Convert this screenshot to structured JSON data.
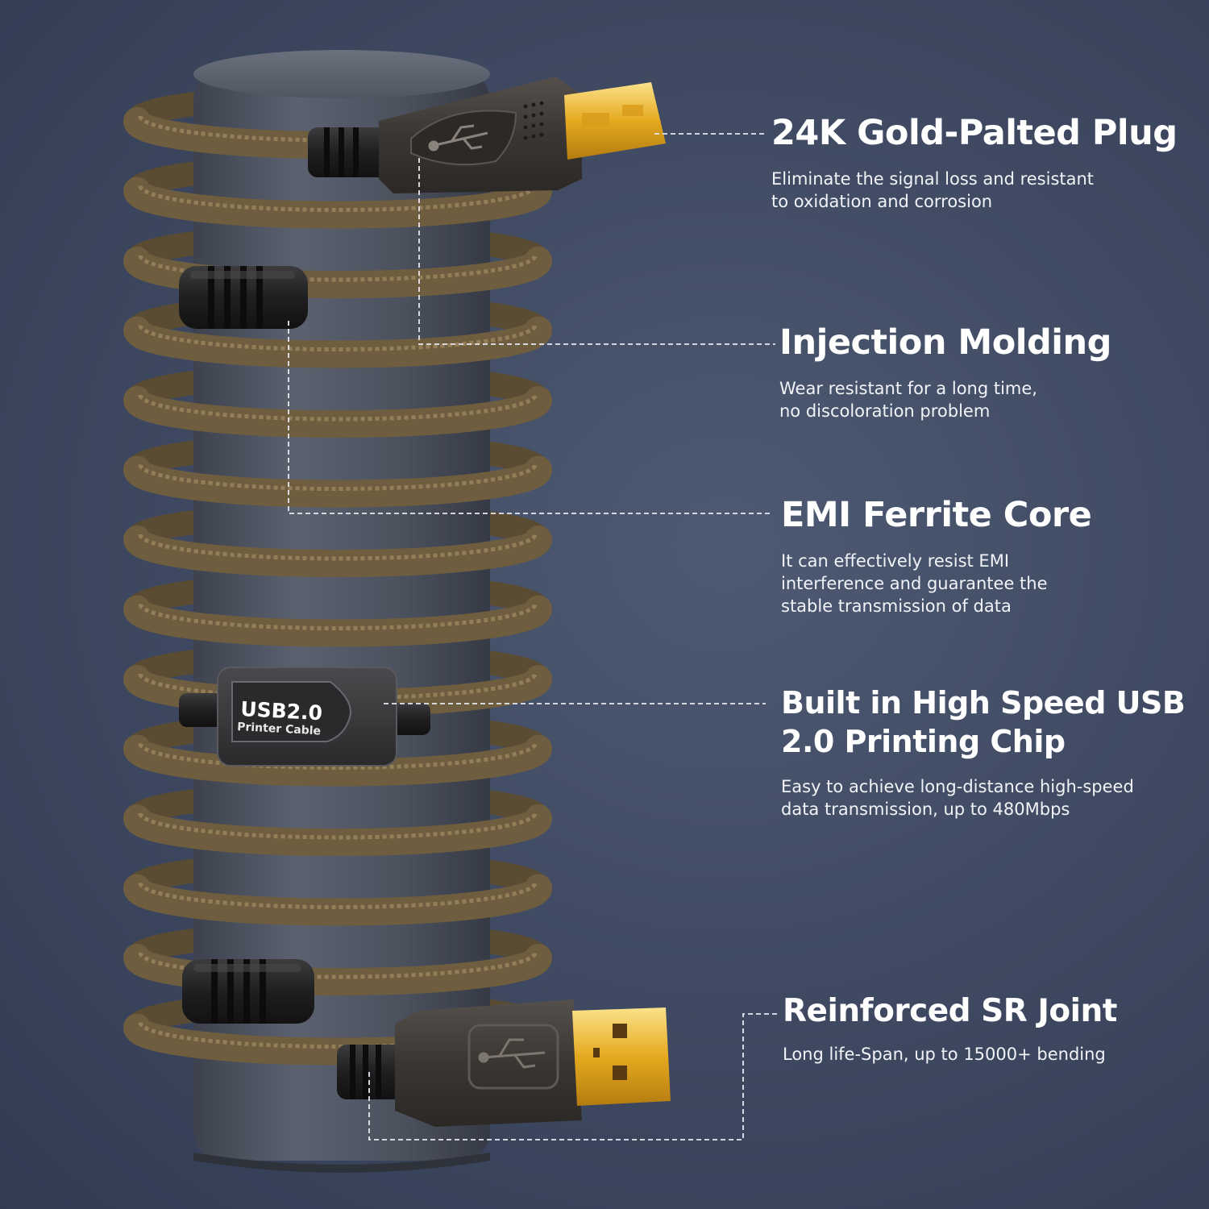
{
  "features": [
    {
      "id": "gold-plug",
      "title": "24K Gold-Palted Plug",
      "description": "Eliminate the signal loss and resistant to oxidation and corrosion"
    },
    {
      "id": "injection-molding",
      "title": "Injection Molding",
      "description": "Wear resistant for a long time, no discoloration problem"
    },
    {
      "id": "ferrite-core",
      "title": "EMI Ferrite Core",
      "description": "It can effectively resist EMI interference and guarantee the stable transmission of data"
    },
    {
      "id": "usb-chip",
      "title": "Built in High Speed USB 2.0 Printing Chip",
      "description": "Easy to achieve long-distance high-speed data transmission, up to 480Mbps"
    },
    {
      "id": "sr-joint",
      "title": "Reinforced SR Joint",
      "description": "Long life-Span, up to 15000+ bending"
    }
  ],
  "chip_label": {
    "line1": "USB2.0",
    "line2": "Printer Cable"
  },
  "colors": {
    "background": "#404b63",
    "cylinder": "#555b69",
    "cable": "#6b5a3c",
    "gold": "#e8b530",
    "plastic": "#3a3634",
    "text": "#ffffff"
  },
  "icons": [
    "usb-trident-icon"
  ]
}
